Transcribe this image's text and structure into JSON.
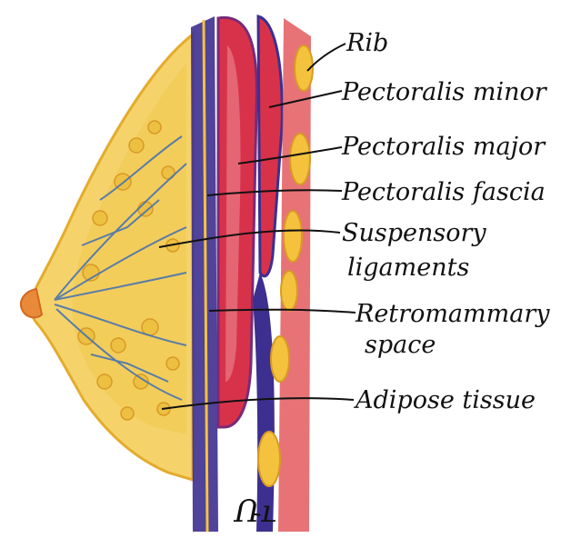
{
  "labels": {
    "rib": "Rib",
    "pectoralis_minor": "Pectoralis minor",
    "pectoralis_major": "Pectoralis major",
    "pectoralis_fascia": "Pectoralis fascia",
    "suspensory_line1": "Suspensory",
    "suspensory_line2": "ligaments",
    "retromammary_line1": "Retromammary",
    "retromammary_line2": "space",
    "adipose_tissue": "Adipose tissue"
  },
  "signature": "Ռւ",
  "colors": {
    "adipose_yellow": "#f2cf55",
    "adipose_dark": "#e0a82c",
    "fascia_purple": "#3d2f8f",
    "muscle_red": "#d8324a",
    "muscle_pink": "#ea7b86",
    "ligament_blue": "#3f6fb5",
    "rib_yellow": "#f4c23c",
    "nipple_orange": "#e88a3a",
    "leader_line": "#111111"
  }
}
